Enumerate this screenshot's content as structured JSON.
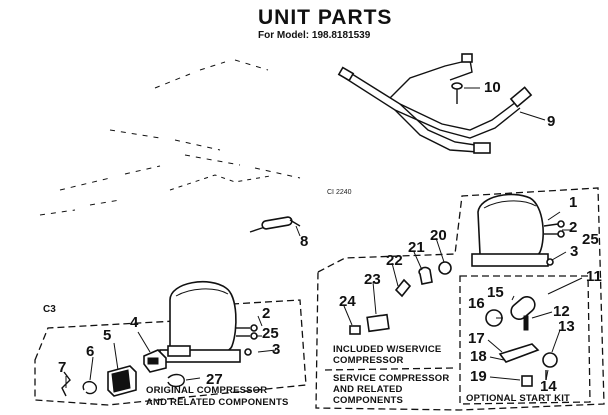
{
  "header": {
    "title": "UNIT PARTS",
    "model_line": "For Model: 198.8181539"
  },
  "figure_ref": "CI 2240",
  "group_code": "C3",
  "captions": {
    "original": [
      "ORIGINAL COMPRESSOR",
      "AND RELATED COMPONENTS"
    ],
    "included": [
      "INCLUDED W/SERVICE",
      "COMPRESSOR"
    ],
    "service": [
      "SERVICE COMPRESSOR",
      "AND RELATED",
      "COMPONENTS"
    ],
    "start_kit": "OPTIONAL START KIT"
  },
  "callouts": {
    "c1": "1",
    "c2a": "2",
    "c25a": "25",
    "c3a": "3",
    "c2b": "2",
    "c25b": "25",
    "c3b": "3",
    "c4": "4",
    "c5": "5",
    "c6": "6",
    "c7": "7",
    "c8": "8",
    "c9": "9",
    "c10": "10",
    "c11": "11",
    "c12": "12",
    "c13": "13",
    "c14": "14",
    "c15": "15",
    "c16": "16",
    "c17": "17",
    "c18": "18",
    "c19": "19",
    "c20": "20",
    "c21": "21",
    "c22": "22",
    "c23": "23",
    "c24": "24",
    "c27": "27"
  }
}
